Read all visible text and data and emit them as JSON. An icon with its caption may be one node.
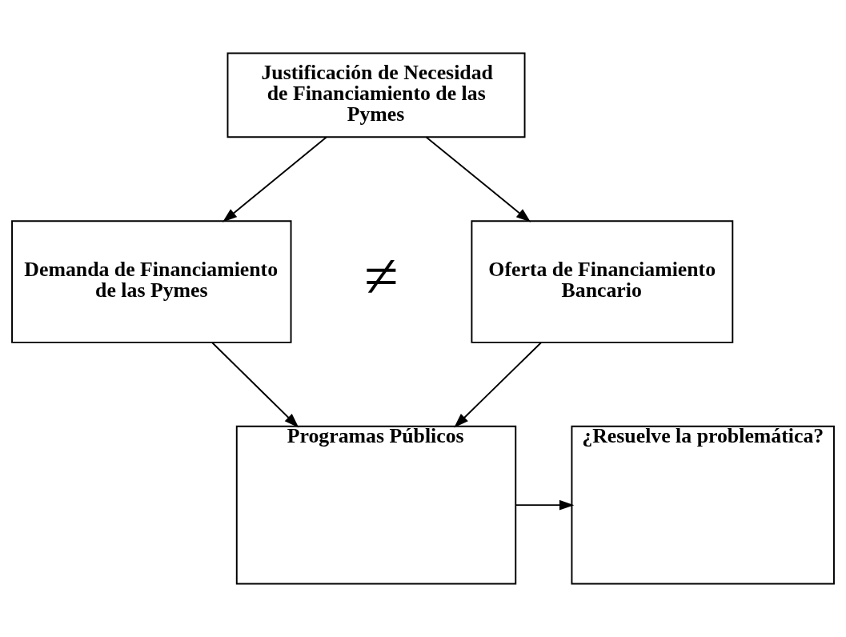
{
  "diagram": {
    "nodes": [
      {
        "text": [
          "Justificación de Necesidad de Financiamiento de las Pymes"
        ]
      },
      {
        "text": [
          "Demanda de Financiamiento de las Pymes"
        ]
      },
      {
        "text": [
          "Oferta de Financiamiento Bancario"
        ]
      },
      {
        "text": [
          "Programas Públicos"
        ]
      },
      {
        "text": [
          "¿Resuelve la problemática?"
        ]
      }
    ],
    "edges": [
      {
        "from": 0,
        "to": 1,
        "arrow": "to"
      },
      {
        "from": 0,
        "to": 2,
        "arrow": "to"
      },
      {
        "from": 1,
        "to": 3,
        "arrow": "to"
      },
      {
        "from": 2,
        "to": 3,
        "arrow": "to"
      },
      {
        "from": 3,
        "to": 4,
        "arrow": "to"
      }
    ],
    "labels": [
      "≠"
    ]
  }
}
